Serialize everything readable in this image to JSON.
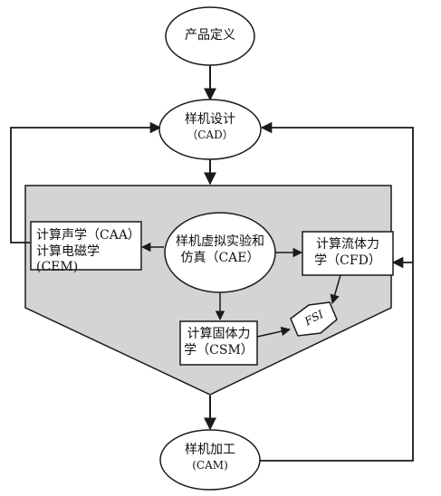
{
  "nodes": {
    "product_definition": {
      "line1": "产品定义"
    },
    "prototype_design": {
      "line1": "样机设计",
      "line2": "（CAD）"
    },
    "virtual_simulation": {
      "line1": "样机虚拟实验和",
      "line2": "仿真（CAE）"
    },
    "acoustics_em": {
      "line1": "计算声学（CAA）",
      "line2": "计算电磁学(CEM)"
    },
    "fluid_dynamics": {
      "line1": "计算流体力",
      "line2": "学（CFD）"
    },
    "solid_mechanics": {
      "line1": "计算固体力",
      "line2": "学（CSM）"
    },
    "fsi": {
      "label": "FSI"
    },
    "prototype_manufacturing": {
      "line1": "样机加工",
      "line2": "(CAM)"
    }
  },
  "colors": {
    "stroke": "#1a1a1a",
    "funnel_fill": "#d4d4d4",
    "node_fill": "#ffffff"
  }
}
